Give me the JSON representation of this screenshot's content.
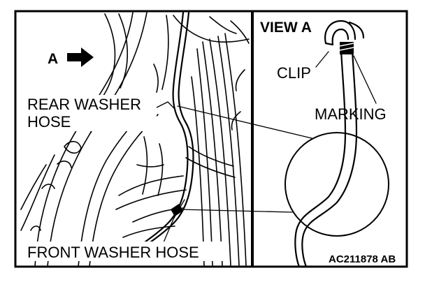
{
  "labels": {
    "view_pointer": "A",
    "view_title": "VIEW A",
    "clip": "CLIP",
    "marking": "MARKING",
    "rear_hose_line1": "REAR WASHER",
    "rear_hose_line2": "HOSE",
    "front_hose": "FRONT WASHER HOSE",
    "figure_code": "AC211878 AB"
  },
  "colors": {
    "ink": "#000000",
    "paper": "#ffffff"
  }
}
